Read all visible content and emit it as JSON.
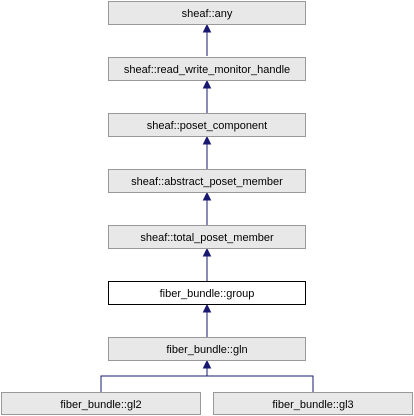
{
  "diagram": {
    "colors": {
      "node_fill": "#e8e8e8",
      "node_border": "#999999",
      "current_fill": "#ffffff",
      "current_border": "#000000",
      "edge": "#191970"
    },
    "nodes": {
      "any": {
        "label": "sheaf::any"
      },
      "rwmh": {
        "label": "sheaf::read_write_monitor_handle"
      },
      "poset_component": {
        "label": "sheaf::poset_component"
      },
      "abstract_poset_member": {
        "label": "sheaf::abstract_poset_member"
      },
      "total_poset_member": {
        "label": "sheaf::total_poset_member"
      },
      "group": {
        "label": "fiber_bundle::group",
        "current": true
      },
      "gln": {
        "label": "fiber_bundle::gln"
      },
      "gl2": {
        "label": "fiber_bundle::gl2"
      },
      "gl3": {
        "label": "fiber_bundle::gl3"
      }
    },
    "edges": [
      {
        "from": "rwmh",
        "to": "any"
      },
      {
        "from": "poset_component",
        "to": "rwmh"
      },
      {
        "from": "abstract_poset_member",
        "to": "poset_component"
      },
      {
        "from": "total_poset_member",
        "to": "abstract_poset_member"
      },
      {
        "from": "group",
        "to": "total_poset_member"
      },
      {
        "from": "gln",
        "to": "group"
      },
      {
        "from": "gl2",
        "to": "gln"
      },
      {
        "from": "gl3",
        "to": "gln"
      }
    ]
  }
}
